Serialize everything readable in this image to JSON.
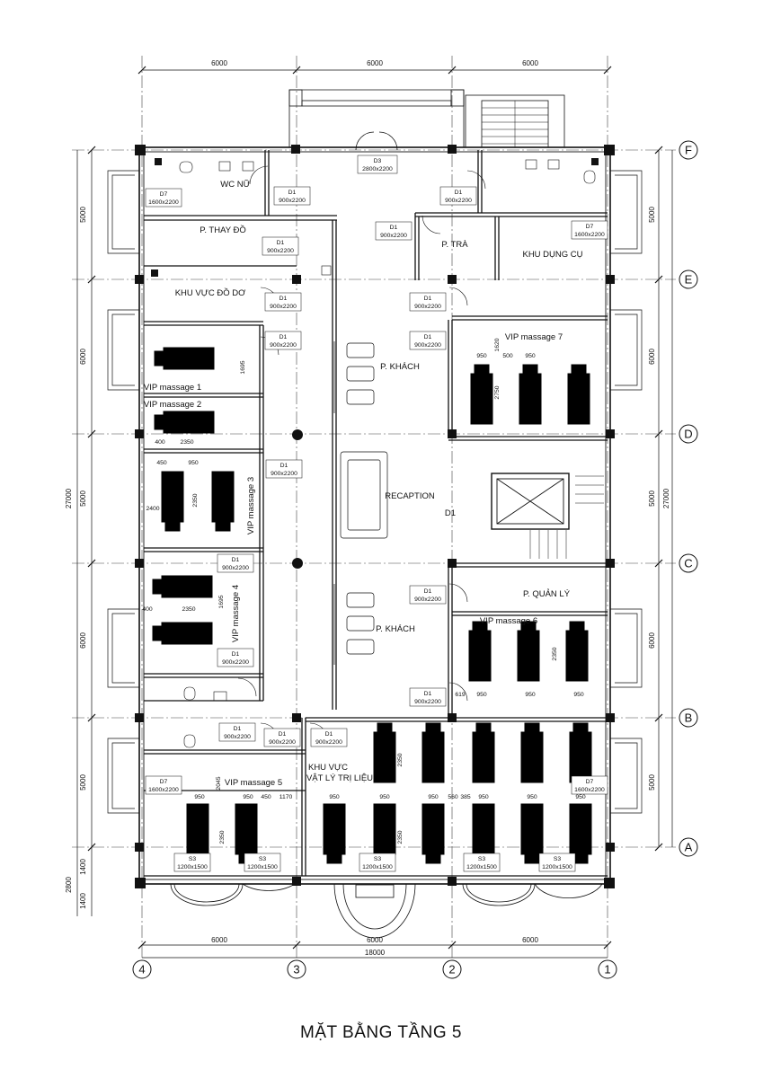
{
  "title": "MẶT BẰNG TẦNG 5",
  "axes": {
    "rows": [
      "F",
      "E",
      "D",
      "C",
      "B",
      "A"
    ],
    "cols": [
      "4",
      "3",
      "2",
      "1"
    ]
  },
  "dimensions": {
    "top": [
      "6000",
      "6000",
      "6000"
    ],
    "bottom": [
      "6000",
      "6000",
      "6000"
    ],
    "bottom_total": "18000",
    "left": [
      "5000",
      "6000",
      "5000",
      "6000",
      "5000"
    ],
    "right": [
      "5000",
      "6000",
      "5000",
      "6000",
      "5000"
    ],
    "overall": "27000",
    "lower_left": [
      "1400",
      "2800",
      "1400"
    ]
  },
  "rooms": {
    "wc_nu": "WC NỮ",
    "thay_do": "P. THAY ĐỒ",
    "do_do": "KHU VỰC ĐỒ DƠ",
    "tra": "P. TRÀ",
    "dung_cu": "KHU DỤNG CỤ",
    "khach_top": "P. KHÁCH",
    "khach_bottom": "P. KHÁCH",
    "reception": "RECAPTION",
    "quan_ly": "P. QUẢN LÝ",
    "vip1": "VIP massage 1",
    "vip2": "VIP massage 2",
    "vip3": "VIP massage 3",
    "vip4": "VIP massage 4",
    "vip5": "VIP massage 5",
    "vip6": "VIP massage 6",
    "vip7": "VIP massage 7",
    "vltl_1": "KHU VỰC",
    "vltl_2": "VẬT LÝ TRỊ LIỆU"
  },
  "tags": {
    "d1": "D1",
    "d1_size": "900x2200",
    "d3": "D3",
    "d3_size": "2800x2200",
    "d7": "D7",
    "d7_size": "1600x2200",
    "s3": "S3",
    "s3_size": "1200x1500",
    "d1_stair": "D1"
  },
  "interior_dims": {
    "d1695": "1695",
    "d2350": "2350",
    "d2400": "2400",
    "d950": "950",
    "d450": "450",
    "d500": "500",
    "d400": "400",
    "d2750": "2750",
    "d2045": "2045",
    "d1170": "1170",
    "d385": "385",
    "d560": "560",
    "d619": "619",
    "d1620": "1620"
  },
  "colors": {
    "line": "#111111",
    "fill": "#000000",
    "paper": "#ffffff"
  }
}
